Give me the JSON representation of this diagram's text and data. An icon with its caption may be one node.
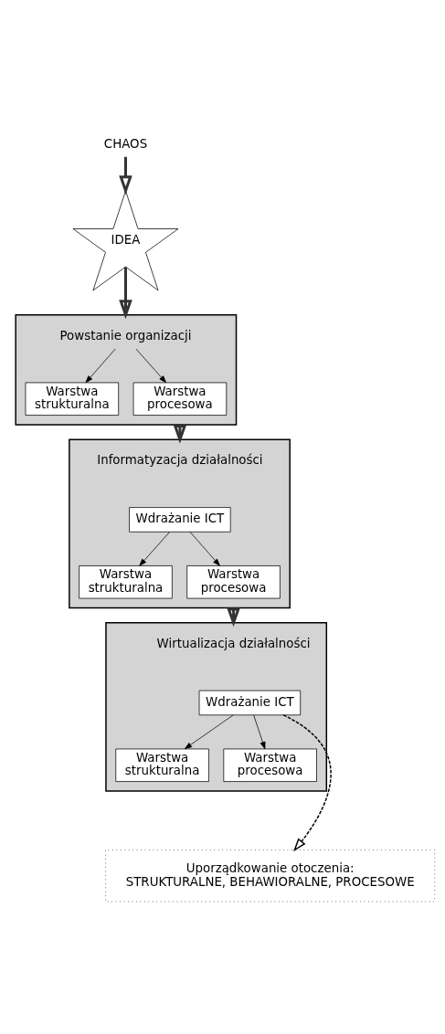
{
  "diagram": {
    "nodes": [
      {
        "text": [
          "CHAOS"
        ]
      },
      {
        "text": [
          "IDEA"
        ]
      },
      {
        "text": [],
        "shape": "box"
      },
      {
        "text": [
          "Powstanie organizacji"
        ],
        "in": 2
      },
      {
        "text": [
          "Warstwa strukturalna"
        ],
        "in": 2
      },
      {
        "text": [
          "Warstwa procesowa"
        ],
        "in": 2
      },
      {
        "text": [],
        "shape": "box"
      },
      {
        "text": [
          "Informatyzacja działalności"
        ],
        "in": 6
      },
      {
        "text": [
          "Wdrażanie ICT"
        ],
        "in": 6
      },
      {
        "text": [
          "Warstwa strukturalna"
        ],
        "in": 6
      },
      {
        "text": [
          "Warstwa procesowa"
        ],
        "in": 6
      },
      {
        "text": [],
        "shape": "box"
      },
      {
        "text": [
          "Wirtualizacja działalności"
        ],
        "in": 11
      },
      {
        "text": [
          "Wdrażanie ICT"
        ],
        "in": 11
      },
      {
        "text": [
          "Warstwa strukturalna"
        ],
        "in": 11
      },
      {
        "text": [
          "Warstwa procesowa"
        ],
        "in": 11
      },
      {
        "text": [
          "Uporządkowanie otoczenia: STRUKTURALNE, BEHAWIORALNE, PROCESOWE"
        ]
      }
    ],
    "edges": [
      {
        "from": 0,
        "to": 1,
        "arrow": "to",
        "style": "thick"
      },
      {
        "from": 1,
        "to": 2,
        "arrow": "to",
        "style": "thick"
      },
      {
        "from": 3,
        "to": 4,
        "arrow": "to"
      },
      {
        "from": 3,
        "to": 5,
        "arrow": "to"
      },
      {
        "from": 2,
        "to": 6,
        "arrow": "to",
        "style": "thick"
      },
      {
        "from": 8,
        "to": 9,
        "arrow": "to"
      },
      {
        "from": 8,
        "to": 10,
        "arrow": "to"
      },
      {
        "from": 6,
        "to": 11,
        "arrow": "to",
        "style": "thick"
      },
      {
        "from": 13,
        "to": 14,
        "arrow": "to"
      },
      {
        "from": 13,
        "to": 15,
        "arrow": "to"
      },
      {
        "from": 13,
        "to": 16,
        "arrow": "to",
        "style": "dashed"
      }
    ]
  }
}
